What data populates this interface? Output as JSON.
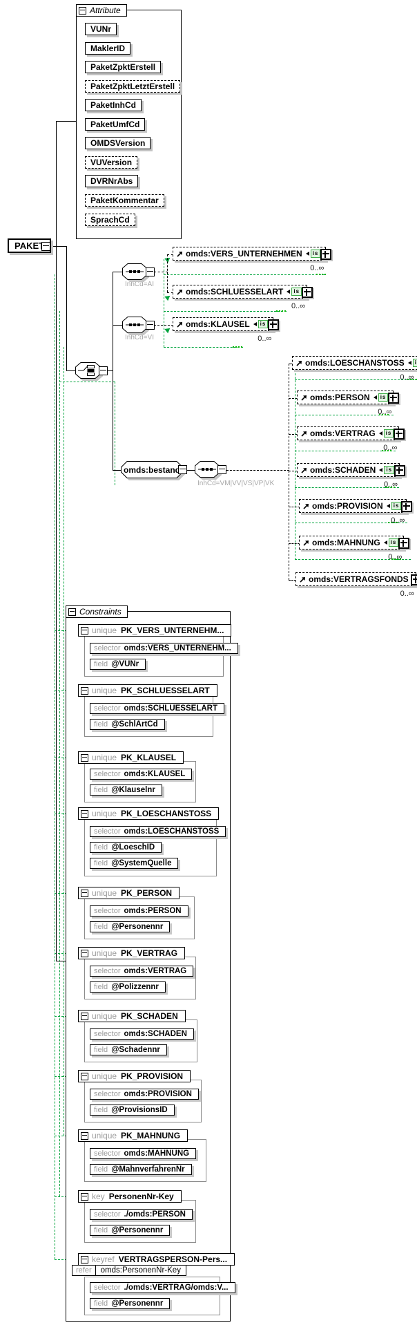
{
  "root": {
    "label": "PAKET"
  },
  "attributes": {
    "title": "Attribute",
    "items": [
      {
        "label": "VUNr"
      },
      {
        "label": "MaklerID"
      },
      {
        "label": "PaketZpktErstell"
      },
      {
        "label": "PaketZpktLetztErstell"
      },
      {
        "label": "PaketInhCd"
      },
      {
        "label": "PaketUmfCd"
      },
      {
        "label": "OMDSVersion"
      },
      {
        "label": "VUVersion"
      },
      {
        "label": "DVRNrAbs"
      },
      {
        "label": "PaketKommentar"
      },
      {
        "label": "SprachCd"
      }
    ]
  },
  "groups": {
    "seq_ai_label": "InhCd=AI",
    "seq_vi_label": "InhCd=VI",
    "bestand_label": "omds:bestand",
    "bestand_seq_label": "InhCd=VM|VV|VS|VP|VK"
  },
  "badge_is": "is",
  "elements": {
    "vers_unternehmen": {
      "label": "omds:VERS_UNTERNEHMEN",
      "occurs": "0..∞"
    },
    "schluesselart": {
      "label": "omds:SCHLUESSELART",
      "occurs": "0..∞"
    },
    "klausel": {
      "label": "omds:KLAUSEL",
      "occurs": "0..∞"
    },
    "loeschanstoss": {
      "label": "omds:LOESCHANSTOSS",
      "occurs": "0..∞"
    },
    "person": {
      "label": "omds:PERSON",
      "occurs": "0..∞"
    },
    "vertrag": {
      "label": "omds:VERTRAG",
      "occurs": "0..∞"
    },
    "schaden": {
      "label": "omds:SCHADEN",
      "occurs": "0..∞"
    },
    "provision": {
      "label": "omds:PROVISION",
      "occurs": "0..∞"
    },
    "mahnung": {
      "label": "omds:MAHNUNG",
      "occurs": "0..∞"
    },
    "vertragsfonds": {
      "label": "omds:VERTRAGSFONDS",
      "occurs": "0..∞"
    }
  },
  "constraints": {
    "title": "Constraints",
    "labels": {
      "selector": "selector",
      "field": "field",
      "refer": "refer"
    },
    "items": [
      {
        "kind": "unique",
        "name": "PK_VERS_UNTERNEHM...",
        "selector": "omds:VERS_UNTERNEHM...",
        "fields": [
          "@VUNr"
        ]
      },
      {
        "kind": "unique",
        "name": "PK_SCHLUESSELART",
        "selector": "omds:SCHLUESSELART",
        "fields": [
          "@SchlArtCd"
        ]
      },
      {
        "kind": "unique",
        "name": "PK_KLAUSEL",
        "selector": "omds:KLAUSEL",
        "fields": [
          "@Klauselnr"
        ]
      },
      {
        "kind": "unique",
        "name": "PK_LOESCHANSTOSS",
        "selector": "omds:LOESCHANSTOSS",
        "fields": [
          "@LoeschID",
          "@SystemQuelle"
        ]
      },
      {
        "kind": "unique",
        "name": "PK_PERSON",
        "selector": "omds:PERSON",
        "fields": [
          "@Personennr"
        ]
      },
      {
        "kind": "unique",
        "name": "PK_VERTRAG",
        "selector": "omds:VERTRAG",
        "fields": [
          "@Polizzennr"
        ]
      },
      {
        "kind": "unique",
        "name": "PK_SCHADEN",
        "selector": "omds:SCHADEN",
        "fields": [
          "@Schadennr"
        ]
      },
      {
        "kind": "unique",
        "name": "PK_PROVISION",
        "selector": "omds:PROVISION",
        "fields": [
          "@ProvisionsID"
        ]
      },
      {
        "kind": "unique",
        "name": "PK_MAHNUNG",
        "selector": "omds:MAHNUNG",
        "fields": [
          "@MahnverfahrenNr"
        ]
      },
      {
        "kind": "key",
        "name": "PersonenNr-Key",
        "selector": "./omds:PERSON",
        "fields": [
          "@Personennr"
        ]
      },
      {
        "kind": "keyref",
        "name": "VERTRAGSPERSON-Pers...",
        "refer": "omds:PersonenNr-Key",
        "selector": "./omds:VERTRAG/omds:V...",
        "fields": [
          "@Personennr"
        ]
      }
    ]
  }
}
